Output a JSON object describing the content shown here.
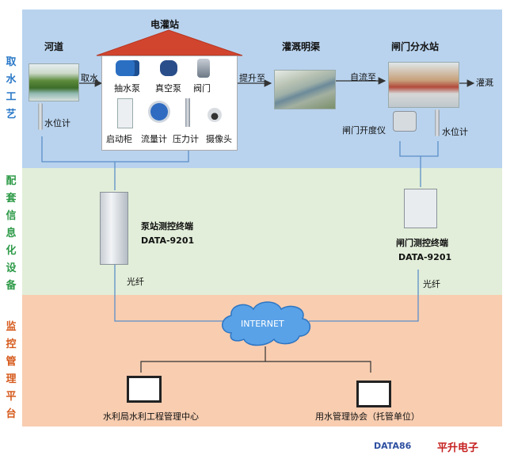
{
  "sections": {
    "top_label": "取水工艺",
    "middle_label": "配套信息化设备",
    "bottom_label": "监控管理平台"
  },
  "colors": {
    "top_band": "#b9d3ee",
    "middle_band": "#e2eed9",
    "bottom_band": "#f8cdb0",
    "roof": "#d1452f",
    "side_top": "#2a78c8",
    "side_middle": "#2d9a47",
    "side_bottom": "#d65a1c"
  },
  "top": {
    "river": "河道",
    "intake": "取水",
    "water_gauge_left": "水位计",
    "station": "电灌站",
    "pump": "抽水泵",
    "vacuum_pump": "真空泵",
    "valve": "阀门",
    "starter_cabinet": "启动柜",
    "flowmeter": "流量计",
    "pressure_gauge": "压力计",
    "camera": "摄像头",
    "lift_to": "提升至",
    "canal": "灌溉明渠",
    "gravity_to": "自流至",
    "gate_station": "闸门分水站",
    "irrigation": "灌溉",
    "gate_opening": "闸门开度仪",
    "water_gauge_right": "水位计"
  },
  "middle": {
    "pump_terminal_name": "泵站测控终端",
    "pump_terminal_model": "DATA-9201",
    "gate_terminal_name": "闸门测控终端",
    "gate_terminal_model": "DATA-9201",
    "fiber_left": "光纤",
    "fiber_right": "光纤"
  },
  "bottom": {
    "internet": "INTERNET",
    "center_left": "水利局水利工程管理中心",
    "center_right": "用水管理协会（托管单位）"
  },
  "brand": {
    "logo_text": "DATA86",
    "company": "平升电子"
  }
}
